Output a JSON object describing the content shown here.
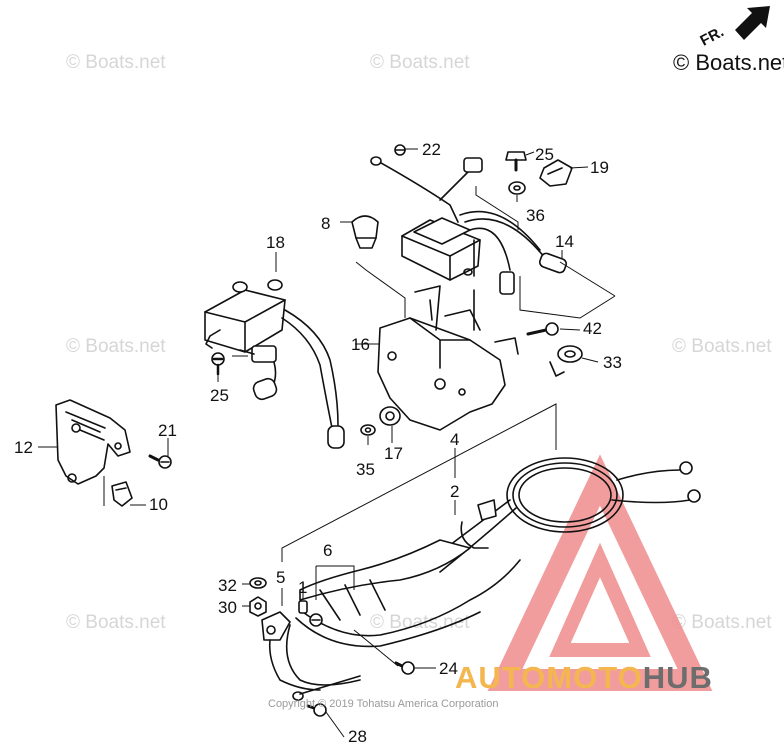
{
  "watermark": "© Boats.net",
  "corner_brand": "© Boats.net",
  "front_indicator": "FR.",
  "copyright": "Copyright © 2019 Tohatsu America Corporation",
  "logo": {
    "part1": "AUTOMOTO",
    "part2": "HUB",
    "accent_color": "#f4b74f",
    "mark_color": "#f08c8c"
  },
  "callouts": {
    "c1": "1",
    "c2": "2",
    "c4": "4",
    "c5": "5",
    "c6": "6",
    "c8": "8",
    "c10": "10",
    "c12": "12",
    "c14": "14",
    "c16": "16",
    "c17": "17",
    "c18": "18",
    "c19": "19",
    "c21": "21",
    "c22": "22",
    "c24": "24",
    "c25a": "25",
    "c25b": "25",
    "c28": "28",
    "c30": "30",
    "c32": "32",
    "c33": "33",
    "c35": "35",
    "c36": "36",
    "c42": "42"
  }
}
